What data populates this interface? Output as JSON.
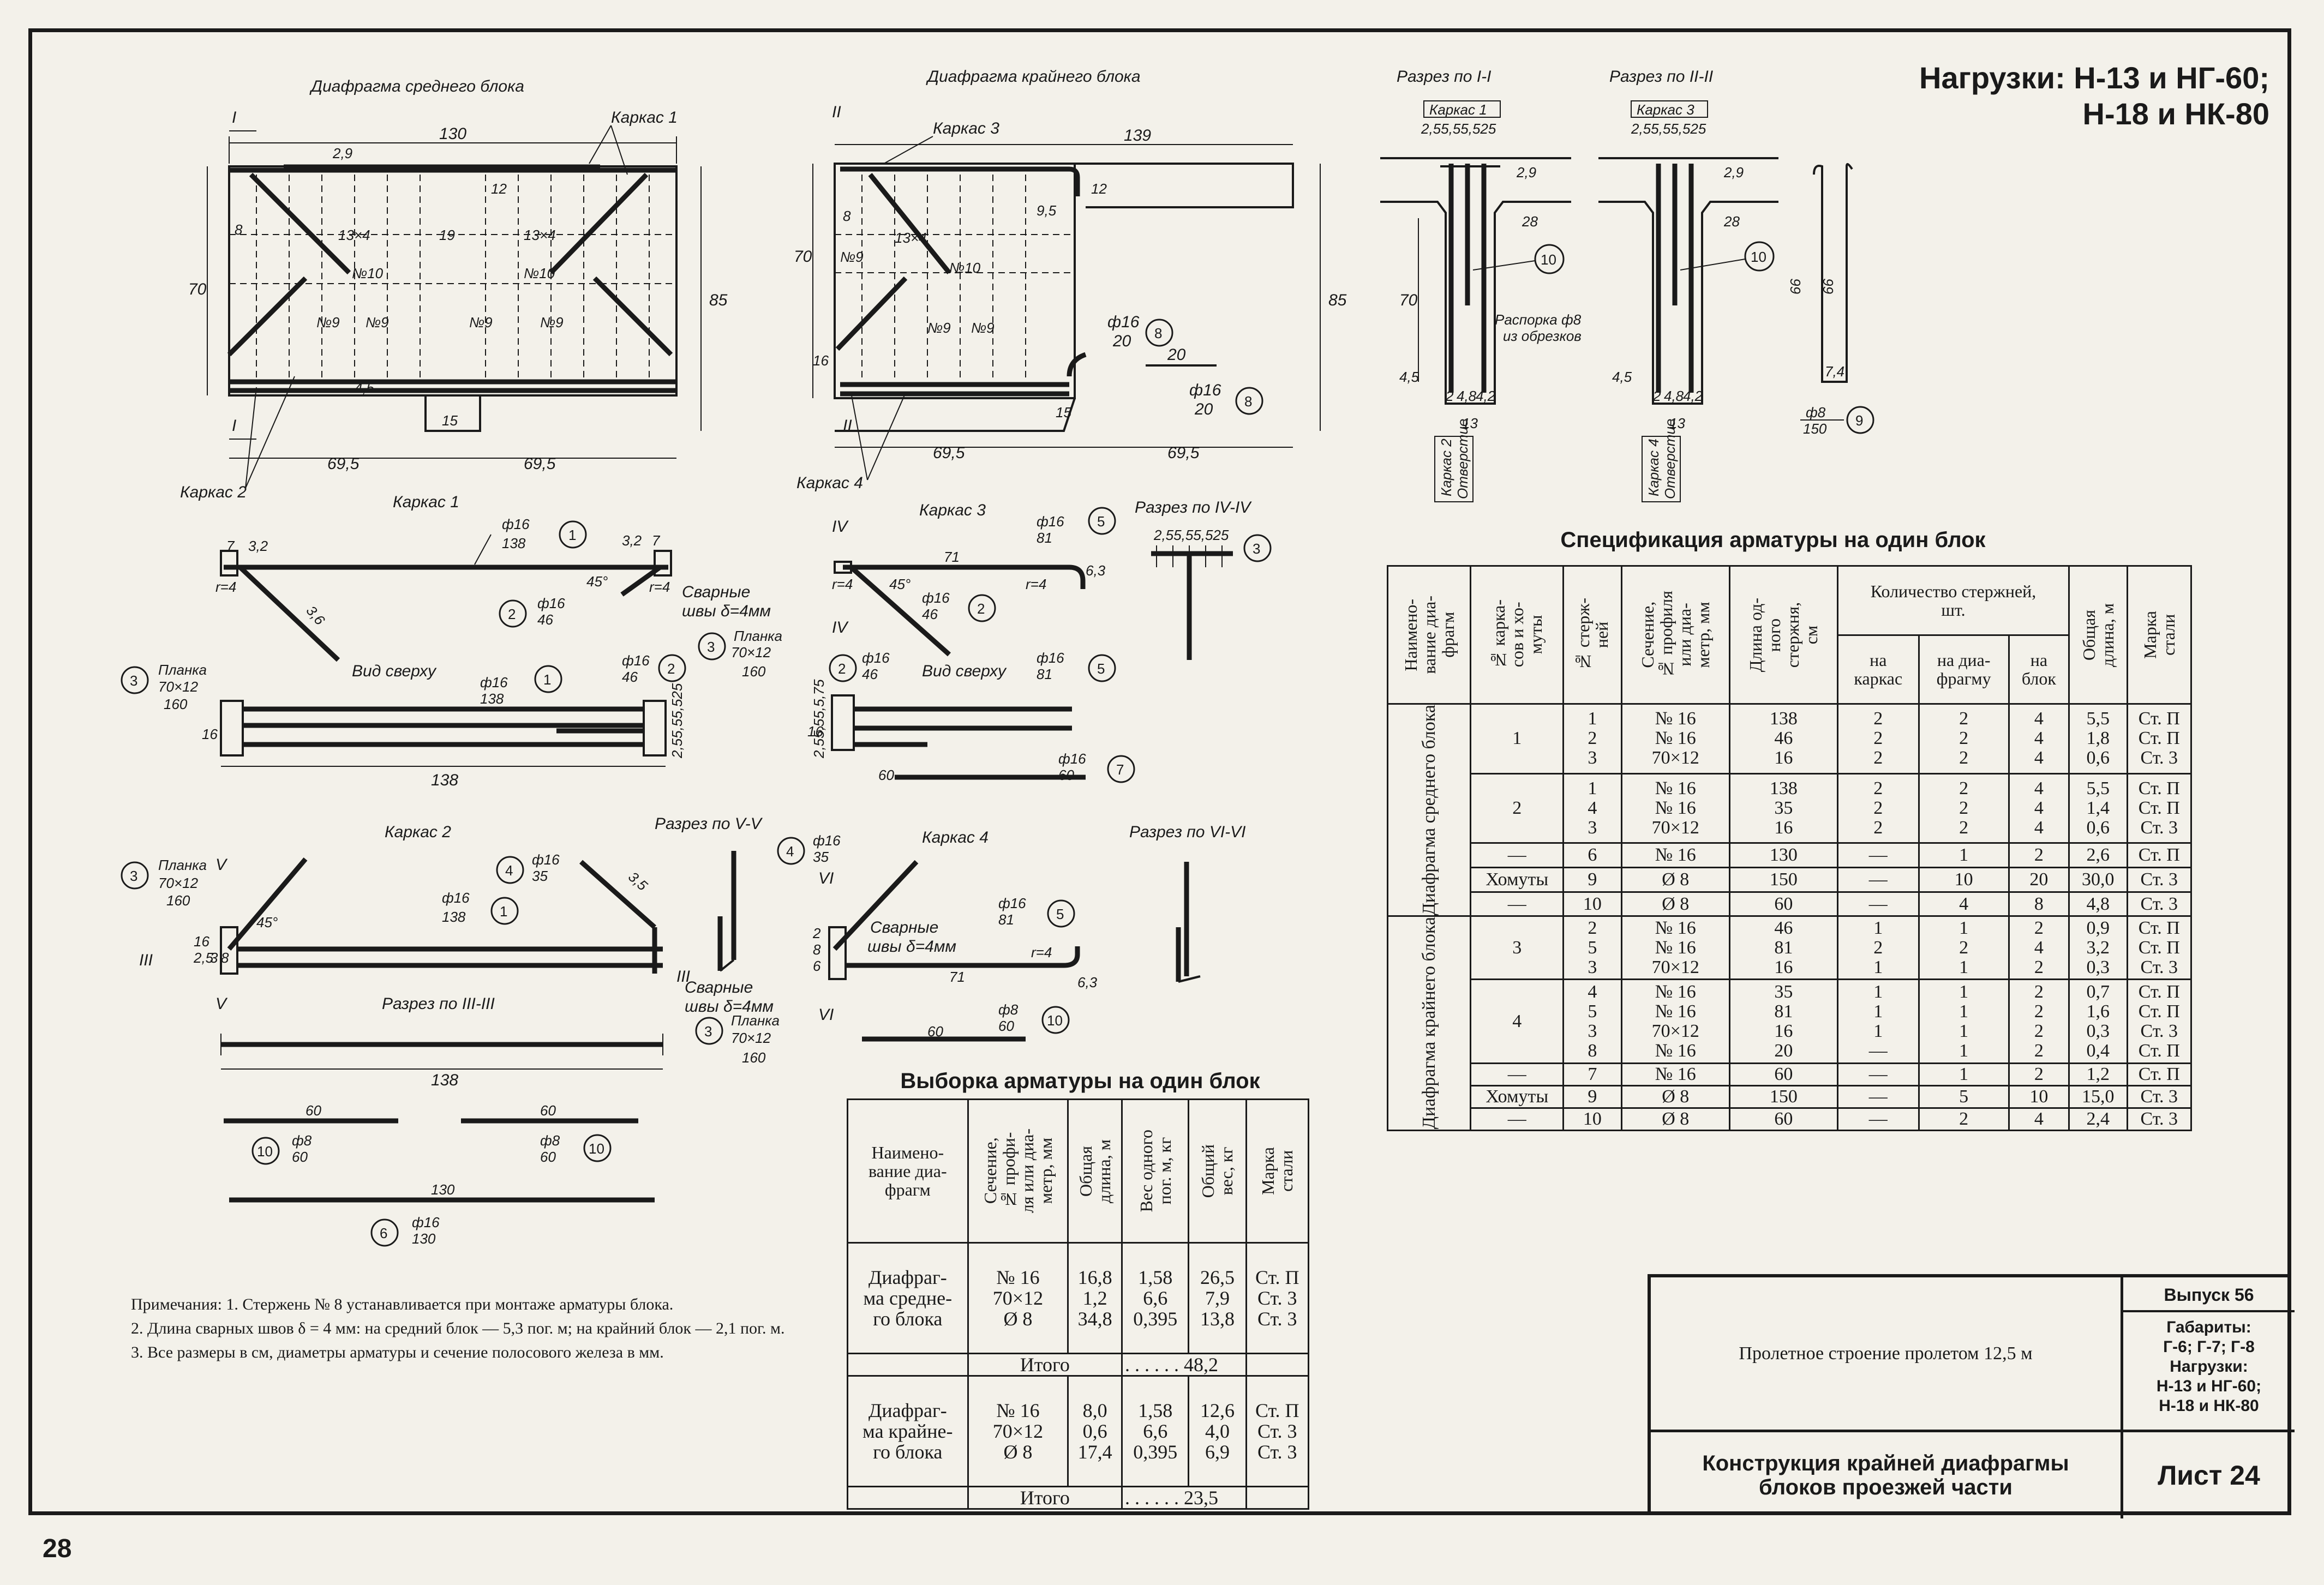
{
  "loads_header": {
    "line1": "Нагрузки: Н-13 и НГ-60;",
    "line2": "Н-18 и НК-80"
  },
  "drawings": {
    "mid_block": {
      "title": "Диафрагма среднего блока",
      "length": "130",
      "height": "70",
      "total_height": "85",
      "half_left": "69,5",
      "half_right": "69,5",
      "dims": [
        "2,9",
        "12",
        "8",
        "13×4",
        "19",
        "13×4",
        "4,5",
        "15"
      ],
      "bar_labels": [
        "№10",
        "№10",
        "№9",
        "№9",
        "№9",
        "№9"
      ],
      "cut": "I",
      "frame1": "Каркас 1",
      "frame2": "Каркас 2"
    },
    "end_block": {
      "title": "Диафрагма крайнего блока",
      "length": "139",
      "height": "70",
      "total_height": "85",
      "half_left": "69,5",
      "half_right": "69,5",
      "dims": [
        "8",
        "12",
        "13×4",
        "9,5",
        "16",
        "15",
        "20"
      ],
      "bar_labels": [
        "№9",
        "№10",
        "№9",
        "№9"
      ],
      "bar8": "ф16",
      "bar8_len": "20",
      "bar8_num": "8",
      "cut": "II",
      "frame3": "Каркас 3",
      "frame4": "Каркас 4"
    },
    "section_1": {
      "title": "Разрез по I-I",
      "frame": "Каркас 1",
      "spacing": "2,55,55,525",
      "dims": [
        "2,9",
        "28",
        "70",
        "4,5",
        "2",
        "4,8",
        "4,2",
        "13"
      ],
      "frame_stamp": "Каркас 2",
      "frame_stamp2": "Отверстие",
      "bar_num": "10",
      "spacer": "Распорка ф8",
      "spacer2": "из обрезков"
    },
    "section_2": {
      "title": "Разрез по II-II",
      "frame": "Каркас 3",
      "spacing": "2,55,55,525",
      "dims": [
        "2,9",
        "28",
        "4,5",
        "2",
        "4,8",
        "4,2",
        "13"
      ],
      "frame_stamp": "Каркас 4",
      "frame_stamp2": "Отверстие",
      "bar_num": "10"
    },
    "stirrup": {
      "height": "66",
      "inner": "66",
      "width": "7,4",
      "dia": "ф8",
      "len": "150",
      "num": "9"
    },
    "frame1": {
      "title": "Каркас 1",
      "dims": [
        "7",
        "3,2",
        "3,2",
        "7",
        "r=4",
        "r=4",
        "3,6",
        "45°"
      ],
      "bar1": "ф16",
      "bar1_len": "138",
      "bar1_num": "1",
      "bar2": "ф16",
      "bar2_len": "46",
      "bar2_num": "2",
      "weld": "Сварные",
      "weld2": "швы δ=4мм",
      "top_view": "Вид сверху",
      "plate": "Планка",
      "plate_size": "70×12",
      "plate_len": "160",
      "plate_num": "3",
      "width": "16",
      "spacing": "2,55,55,525",
      "length": "138"
    },
    "frame3": {
      "title": "Каркас 3",
      "cut": "IV",
      "dims": [
        "71",
        "6,3",
        "r=4",
        "r=4",
        "45°",
        "16",
        "2,55,55,5,75"
      ],
      "bar5": "ф16",
      "bar5_len": "81",
      "bar5_num": "5",
      "bar2": "ф16",
      "bar2_len": "46",
      "bar2_num": "2",
      "plate": "Планка",
      "plate_size": "70×12",
      "plate_len": "160",
      "plate_num": "3",
      "top_view": "Вид сверху",
      "bar7": "ф16",
      "bar7_len": "60",
      "bar7_num": "7"
    },
    "section_4": {
      "title": "Разрез по IV-IV",
      "spacing": "2,55,55,525",
      "num": "3"
    },
    "frame2": {
      "title": "Каркас 2",
      "cut": "V",
      "cut3": "III",
      "dims": [
        "45°",
        "16",
        "2,5",
        "3",
        "8",
        "3,5"
      ],
      "plate": "Планка",
      "plate_size": "70×12",
      "plate_len": "160",
      "plate_num": "3",
      "bar4": "ф16",
      "bar4_len": "35",
      "bar4_num": "4",
      "bar1": "ф16",
      "bar1_len": "138",
      "bar1_num": "1"
    },
    "section_5": {
      "title": "Разрез по V-V",
      "weld": "Сварные",
      "weld2": "швы δ=4мм"
    },
    "frame4": {
      "title": "Каркас 4",
      "cut": "VI",
      "dims": [
        "2",
        "8",
        "6",
        "71",
        "6,3",
        "r=4"
      ],
      "bar4": "ф16",
      "bar4_len": "35",
      "bar4_num": "4",
      "bar5": "ф16",
      "bar5_len": "81",
      "bar5_num": "5",
      "weld": "Сварные",
      "weld2": "швы δ=4мм",
      "plate": "Планка",
      "plate_size": "70×12",
      "plate_len": "160",
      "plate_num": "3",
      "bar10": "ф8",
      "bar10_len": "60",
      "bar10_num": "10",
      "len60": "60"
    },
    "section_6": {
      "title": "Разрез по VI-VI"
    },
    "section_3": {
      "title": "Разрез по III-III",
      "length": "138",
      "bar10a": "ф8",
      "bar10a_len": "60",
      "bar10a_num": "10",
      "len_a": "60",
      "bar10b": "ф8",
      "bar10b_len": "60",
      "bar10b_num": "10",
      "len_b": "60",
      "bar6": "ф16",
      "bar6_len": "130",
      "bar6_num": "6",
      "len_c": "130"
    }
  },
  "spec_table": {
    "title": "Спецификация арматуры на один блок",
    "headers": {
      "name": "Наимено-\nвание диа-\nфрагм",
      "frame": "№ карка-\nсов и хо-\nмуты",
      "bar": "№ стерж-\nней",
      "section": "Сечение,\n№ профиля\nили диа-\nметр, мм",
      "length": "Длина од-\nного\nстержня,\nсм",
      "qty": "Количество стержней,\nшт.",
      "per_frame": "на\nкаркас",
      "per_diaphragm": "на диа-\nфрагму",
      "per_block": "на\nблок",
      "total_length": "Общая\nдлина, м",
      "steel": "Марка\nстали"
    },
    "groups": [
      {
        "name": "Диафрагма среднего блока",
        "rows": [
          {
            "frame": "1",
            "bar": "1\n2\n3",
            "section": "№ 16\n№ 16\n70×12",
            "length": "138\n46\n16",
            "per_frame": "2\n2\n2",
            "per_diaphragm": "2\n2\n2",
            "per_block": "4\n4\n4",
            "total": "5,5\n1,8\n0,6",
            "steel": "Ст. П\nСт. П\nСт. 3"
          },
          {
            "frame": "2",
            "bar": "1\n4\n3",
            "section": "№ 16\n№ 16\n70×12",
            "length": "138\n35\n16",
            "per_frame": "2\n2\n2",
            "per_diaphragm": "2\n2\n2",
            "per_block": "4\n4\n4",
            "total": "5,5\n1,4\n0,6",
            "steel": "Ст. П\nСт. П\nСт. 3"
          },
          {
            "frame": "—",
            "bar": "6",
            "section": "№ 16",
            "length": "130",
            "per_frame": "—",
            "per_diaphragm": "1",
            "per_block": "2",
            "total": "2,6",
            "steel": "Ст. П"
          },
          {
            "frame": "Хомуты",
            "bar": "9",
            "section": "Ø 8",
            "length": "150",
            "per_frame": "—",
            "per_diaphragm": "10",
            "per_block": "20",
            "total": "30,0",
            "steel": "Ст. 3"
          },
          {
            "frame": "—",
            "bar": "10",
            "section": "Ø 8",
            "length": "60",
            "per_frame": "—",
            "per_diaphragm": "4",
            "per_block": "8",
            "total": "4,8",
            "steel": "Ст. 3"
          }
        ]
      },
      {
        "name": "Диафрагма крайнего блока",
        "rows": [
          {
            "frame": "3",
            "bar": "2\n5\n3",
            "section": "№ 16\n№ 16\n70×12",
            "length": "46\n81\n16",
            "per_frame": "1\n2\n1",
            "per_diaphragm": "1\n2\n1",
            "per_block": "2\n4\n2",
            "total": "0,9\n3,2\n0,3",
            "steel": "Ст. П\nСт. П\nСт. 3"
          },
          {
            "frame": "4",
            "bar": "4\n5\n3\n8",
            "section": "№ 16\n№ 16\n70×12\n№ 16",
            "length": "35\n81\n16\n20",
            "per_frame": "1\n1\n1\n—",
            "per_diaphragm": "1\n1\n1\n1",
            "per_block": "2\n2\n2\n2",
            "total": "0,7\n1,6\n0,3\n0,4",
            "steel": "Ст. П\nСт. П\nСт. 3\nСт. П"
          },
          {
            "frame": "—",
            "bar": "7",
            "section": "№ 16",
            "length": "60",
            "per_frame": "—",
            "per_diaphragm": "1",
            "per_block": "2",
            "total": "1,2",
            "steel": "Ст. П"
          },
          {
            "frame": "Хомуты",
            "bar": "9",
            "section": "Ø 8",
            "length": "150",
            "per_frame": "—",
            "per_diaphragm": "5",
            "per_block": "10",
            "total": "15,0",
            "steel": "Ст. 3"
          },
          {
            "frame": "—",
            "bar": "10",
            "section": "Ø 8",
            "length": "60",
            "per_frame": "—",
            "per_diaphragm": "2",
            "per_block": "4",
            "total": "2,4",
            "steel": "Ст. 3"
          }
        ]
      }
    ]
  },
  "selection_table": {
    "title": "Выборка арматуры на один блок",
    "headers": {
      "name": "Наимено-\nвание диа-\nфрагм",
      "section": "Сечение,\n№ профи-\nля или диа-\nметр, мм",
      "total_length": "Общая\nдлина, м",
      "unit_weight": "Вес одного\nпог. м, кг",
      "total_weight": "Общий\nвес, кг",
      "steel": "Марка\nстали"
    },
    "groups": [
      {
        "name": "Диафраг-\nма средне-\nго блока",
        "section": "№ 16\n70×12\nØ 8",
        "length": "16,8\n1,2\n34,8",
        "unit": "1,58\n6,6\n0,395",
        "weight": "26,5\n7,9\n13,8",
        "steel": "Ст. П\nСт. 3\nСт. 3",
        "total_label": "Итого",
        "total": ". . . . . . 48,2"
      },
      {
        "name": "Диафраг-\nма крайне-\nго блока",
        "section": "№ 16\n70×12\nØ 8",
        "length": "8,0\n0,6\n17,4",
        "unit": "1,58\n6,6\n0,395",
        "weight": "12,6\n4,0\n6,9",
        "steel": "Ст. П\nСт. 3\nСт. 3",
        "total_label": "Итого",
        "total": ". . . . . . 23,5"
      }
    ]
  },
  "notes": {
    "n1": "Примечания: 1. Стержень № 8 устанавливается при монтаже арматуры блока.",
    "n2": "2. Длина сварных швов δ = 4 мм: на средний блок — 5,3 пог. м; на крайний блок — 2,1 пог. м.",
    "n3": "3. Все размеры в см, диаметры арматуры и сечение полосового железа в мм."
  },
  "stamp": {
    "project": "Пролетное строение пролетом 12,5 м",
    "title": "Конструкция крайней диафрагмы блоков проезжей части",
    "issue": "Выпуск 56",
    "gabarit_label": "Габариты:",
    "gabarit": "Г-6; Г-7; Г-8",
    "loads_label": "Нагрузки:",
    "loads1": "Н-13 и НГ-60;",
    "loads2": "Н-18 и НК-80",
    "sheet": "Лист 24"
  },
  "page_number": "28"
}
